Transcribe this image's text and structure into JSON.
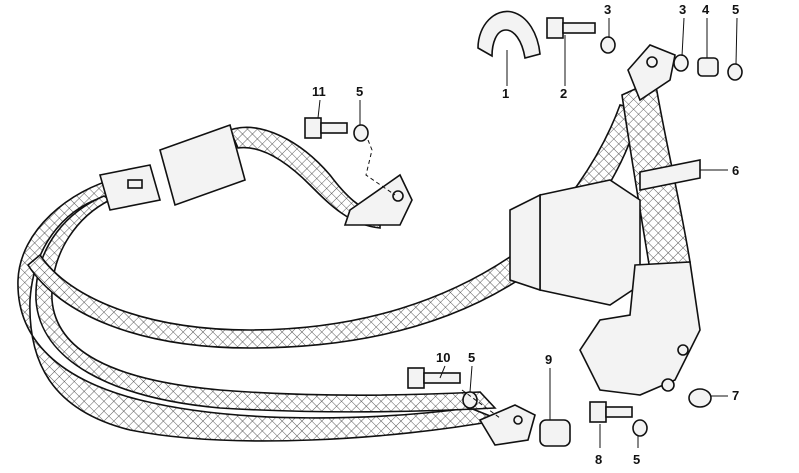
{
  "callouts": [
    {
      "id": "c1",
      "label": "1"
    },
    {
      "id": "c2",
      "label": "2"
    },
    {
      "id": "c3a",
      "label": "3"
    },
    {
      "id": "c3b",
      "label": "3"
    },
    {
      "id": "c4",
      "label": "4"
    },
    {
      "id": "c5a",
      "label": "5"
    },
    {
      "id": "c6",
      "label": "6"
    },
    {
      "id": "c11",
      "label": "11"
    },
    {
      "id": "c5b",
      "label": "5"
    },
    {
      "id": "c10",
      "label": "10"
    },
    {
      "id": "c5c",
      "label": "5"
    },
    {
      "id": "c9",
      "label": "9"
    },
    {
      "id": "c7",
      "label": "7"
    },
    {
      "id": "c8",
      "label": "8"
    },
    {
      "id": "c5d",
      "label": "5"
    }
  ]
}
